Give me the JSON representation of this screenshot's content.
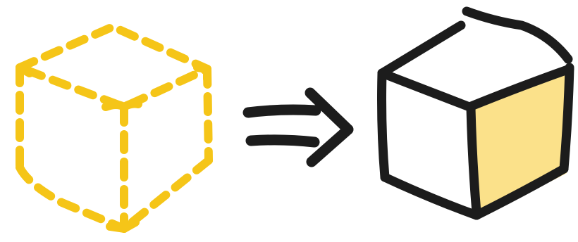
{
  "illustration": {
    "left_item": "dashed-outline-cube",
    "connector": "double-arrow",
    "right_item": "solid-cube",
    "colors": {
      "background": "#ffffff",
      "outline_dashed": "#F5C518",
      "outline_solid": "#1C1C1C",
      "cube_face_fill": "#FBE18A",
      "cube_front_fill": "#ffffff"
    }
  }
}
